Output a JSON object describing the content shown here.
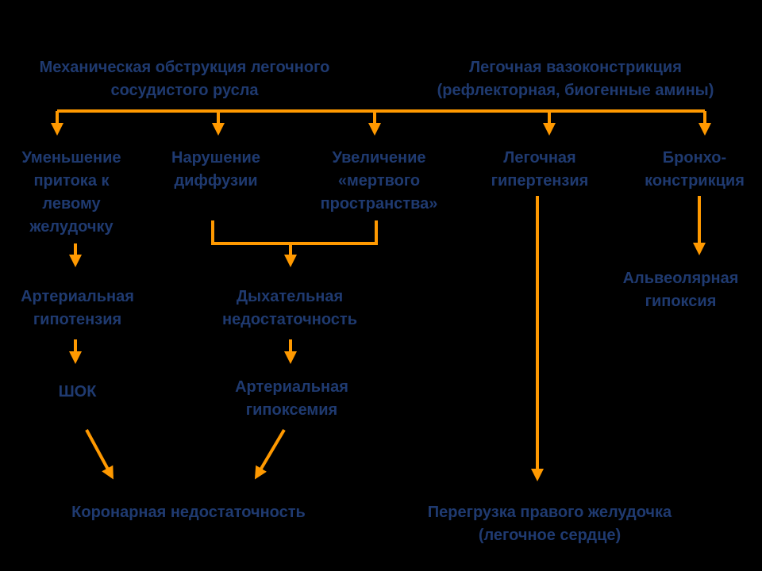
{
  "colors": {
    "background": "#000000",
    "text": "#1f3a70",
    "arrow": "#ff9900"
  },
  "nodes": {
    "mechanical_obstruction": "Механическая обструкция легочного\nсосудистого русла",
    "pulmonary_vasoconstriction": "Легочная вазоконстрикция\n(рефлекторная, биогенные амины)",
    "reduced_inflow": "Уменьшение\nпритока к\nлевому\nжелудочку",
    "diffusion_disorder": "Нарушение\nдиффузии",
    "dead_space_increase": "Увеличение\n«мертвого\nпространства»",
    "pulmonary_hypertension": "Легочная\nгипертензия",
    "bronchoconstriction": "Бронхо-\nконстрикция",
    "arterial_hypotension": "Артериальная\nгипотензия",
    "respiratory_failure": "Дыхательная\nнедостаточность",
    "alveolar_hypoxia": "Альвеолярная\nгипоксия",
    "shock": "ШОК",
    "arterial_hypoxemia": "Артериальная\nгипоксемия",
    "coronary_insufficiency": "Коронарная недостаточность",
    "right_ventricle_overload": "Перегрузка правого желудочка\n(легочное сердце)"
  }
}
